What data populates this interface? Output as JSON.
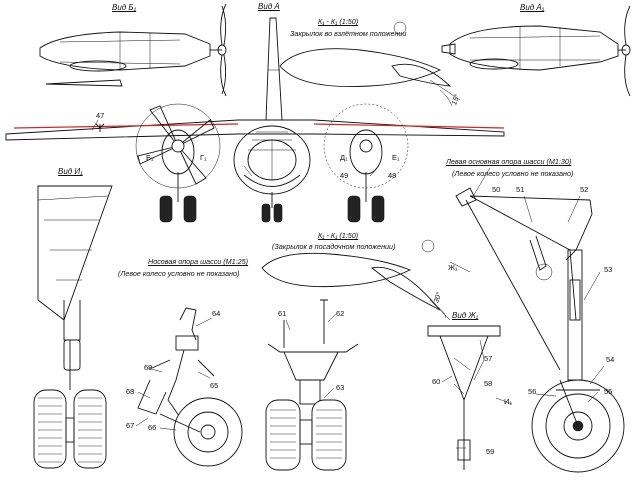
{
  "views": {
    "b1": "Вид Б₁",
    "a": "Вид А",
    "a1": "Вид А₁",
    "i1": "Вид И₁",
    "zh1": "Вид Ж₁"
  },
  "sections": {
    "k_top": {
      "title": "К₁ - К₁ (1:50)",
      "subtitle": "Закрылок во взлётном положении",
      "angle": "15°"
    },
    "k_bottom": {
      "title": "К₁ - К₁ (1:50)",
      "subtitle": "(Закрылок в посадочном положении)",
      "angle": "30°"
    }
  },
  "captions": {
    "nose_gear_title": "Носовая опора шасси (М1:25)",
    "nose_gear_note": "(Левое колесо условно не показано)",
    "main_gear_title": "Левая основная опора шасси (М1:30)",
    "main_gear_note": "(Левое колесо условно не показано)"
  },
  "markers": {
    "b1": "Б₁",
    "g1": "Г₁",
    "d1": "Д₁",
    "e1": "Е₁",
    "zh1": "Ж₁",
    "i1": "И₁"
  },
  "callouts": {
    "n47": "47",
    "n48": "48",
    "n49": "49",
    "n50": "50",
    "n51": "51",
    "n52": "52",
    "n53": "53",
    "n54": "54",
    "n55": "55",
    "n56": "56",
    "n57": "57",
    "n58": "58",
    "n59": "59",
    "n60": "60",
    "n61": "61",
    "n62": "62",
    "n63": "63",
    "n64": "64",
    "n65": "65",
    "n66": "66",
    "n67": "67",
    "n68": "68",
    "n69": "69"
  }
}
